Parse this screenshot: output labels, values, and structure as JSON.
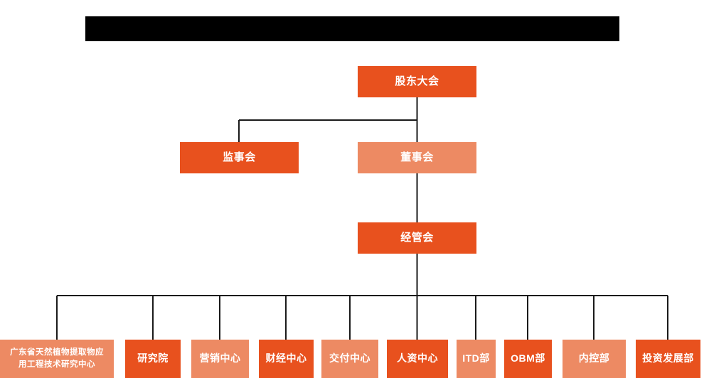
{
  "banner": {
    "type": "redacted-black-bar",
    "label": "",
    "color": "#000000"
  },
  "theme": {
    "accent_dark": "#E8511E",
    "accent_light": "#ED8A63",
    "connector": "#1a1a1a",
    "background": "#ffffff",
    "text": "#ffffff"
  },
  "chart_data": {
    "type": "diagram",
    "subtype": "organization-chart",
    "title": "",
    "levels": [
      {
        "level": 1,
        "nodes": [
          {
            "id": "shareholders",
            "label": "股东大会",
            "tone": "dark"
          }
        ]
      },
      {
        "level": 2,
        "nodes": [
          {
            "id": "supervisors",
            "label": "监事会",
            "tone": "dark"
          },
          {
            "id": "directors",
            "label": "董事会",
            "tone": "light"
          }
        ]
      },
      {
        "level": 3,
        "nodes": [
          {
            "id": "management",
            "label": "经管会",
            "tone": "dark"
          }
        ]
      },
      {
        "level": 4,
        "nodes": [
          {
            "id": "research-center",
            "label": "广东省天然植物提取物应\n用工程技术研究中心",
            "tone": "light"
          },
          {
            "id": "institute",
            "label": "研究院",
            "tone": "dark"
          },
          {
            "id": "marketing",
            "label": "营销中心",
            "tone": "light"
          },
          {
            "id": "finance",
            "label": "财经中心",
            "tone": "dark"
          },
          {
            "id": "delivery",
            "label": "交付中心",
            "tone": "light"
          },
          {
            "id": "hr",
            "label": "人资中心",
            "tone": "dark"
          },
          {
            "id": "itd",
            "label": "ITD部",
            "tone": "light"
          },
          {
            "id": "obm",
            "label": "OBM部",
            "tone": "dark"
          },
          {
            "id": "internal",
            "label": "内控部",
            "tone": "light"
          },
          {
            "id": "investment",
            "label": "投资发展部",
            "tone": "dark"
          }
        ]
      }
    ],
    "edges": [
      {
        "from": "shareholders",
        "to": "supervisors"
      },
      {
        "from": "shareholders",
        "to": "directors"
      },
      {
        "from": "directors",
        "to": "management"
      },
      {
        "from": "management",
        "to": "research-center"
      },
      {
        "from": "management",
        "to": "institute"
      },
      {
        "from": "management",
        "to": "marketing"
      },
      {
        "from": "management",
        "to": "finance"
      },
      {
        "from": "management",
        "to": "delivery"
      },
      {
        "from": "management",
        "to": "hr"
      },
      {
        "from": "management",
        "to": "itd"
      },
      {
        "from": "management",
        "to": "obm"
      },
      {
        "from": "management",
        "to": "internal"
      },
      {
        "from": "management",
        "to": "investment"
      }
    ]
  },
  "nodes": {
    "shareholders": "股东大会",
    "supervisors": "监事会",
    "directors": "董事会",
    "management": "经管会",
    "research_center": "广东省天然植物提取物应\n用工程技术研究中心",
    "institute": "研究院",
    "marketing": "营销中心",
    "finance": "财经中心",
    "delivery": "交付中心",
    "hr": "人资中心",
    "itd": "ITD部",
    "obm": "OBM部",
    "internal": "内控部",
    "investment": "投资发展部"
  }
}
